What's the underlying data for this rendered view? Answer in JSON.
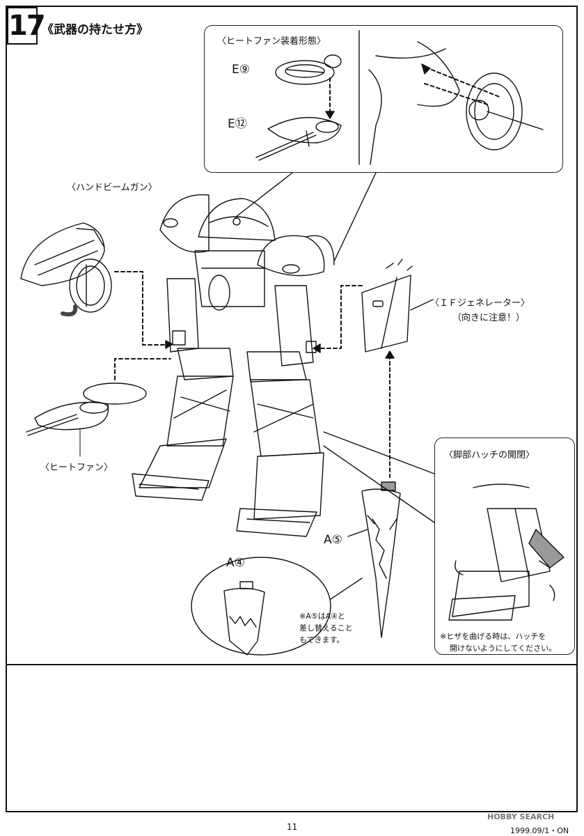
{
  "step": {
    "number": "17",
    "title": "《武器の持たせ方》"
  },
  "callout_heatfan": {
    "title": "〈ヒートファン装着形態〉",
    "part_e9": "E⑨",
    "part_e12": "E⑫"
  },
  "labels": {
    "hand_beam_gun": "〈ハンドビームガン〉",
    "heat_fan": "〈ヒートファン〉",
    "if_generator": "〈ＩＦジェネレーター〉",
    "if_generator_note": "（向きに注意！）"
  },
  "part_a5": "A⑤",
  "callout_a4": {
    "part": "A④",
    "note_lines": [
      "※A⑤はA④と",
      "差し替えること",
      "もできます。"
    ]
  },
  "callout_leg": {
    "title": "〈脚部ハッチの開閉〉",
    "note_lines": [
      "※ヒザを曲げる時は、ハッチを",
      "開けないようにしてください。"
    ]
  },
  "footer": {
    "page_number": "11",
    "print_code": "1999.09/1・ON",
    "watermark": "HOBBY SEARCH"
  },
  "colors": {
    "line": "#111111",
    "gray_fill": "#9a9a9a"
  }
}
